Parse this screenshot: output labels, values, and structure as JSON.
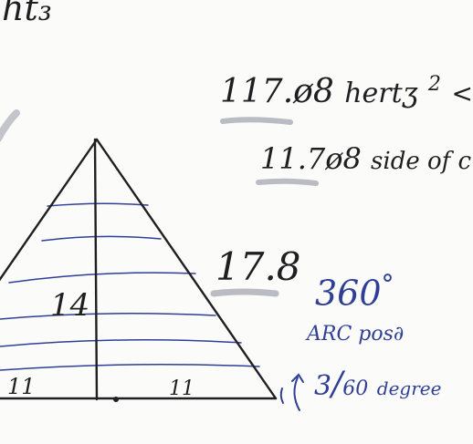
{
  "colors": {
    "paper": "#fbfbfa",
    "black_ink": "#1f1f22",
    "blue_ink": "#2f3f96",
    "highlight_gray": "#b9bcc2"
  },
  "top_fragment": "ht₃",
  "top_right": {
    "line1_value": "117.ø8",
    "line1_word": "hertʒ",
    "line1_sup": "2",
    "line1_tail": "<",
    "line2_value": "11.7ø8",
    "line2_word": "side of c"
  },
  "triangle": {
    "height_label": "14",
    "left_base_label": "11",
    "right_base_label": "11",
    "side_label": "17.8"
  },
  "blue_notes": {
    "degrees": "360",
    "degree_mark": "°",
    "arc_text": "ARC pos∂",
    "fraction_num": "3",
    "fraction_den": "60",
    "fraction_unit": "degree"
  }
}
